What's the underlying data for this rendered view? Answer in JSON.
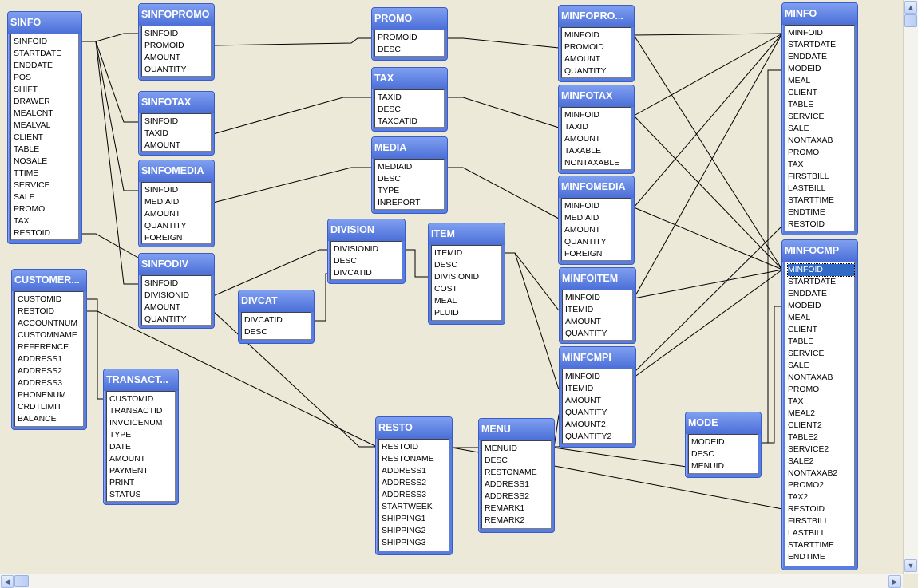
{
  "tables": [
    {
      "id": "sinfo",
      "title": "SINFO",
      "fields": [
        "SINFOID",
        "STARTDATE",
        "ENDDATE",
        "POS",
        "SHIFT",
        "DRAWER",
        "MEALCNT",
        "MEALVAL",
        "CLIENT",
        "TABLE",
        "NOSALE",
        "TTIME",
        "SERVICE",
        "SALE",
        "PROMO",
        "TAX",
        "RESTOID"
      ]
    },
    {
      "id": "sinfopromo",
      "title": "SINFOPROMO",
      "fields": [
        "SINFOID",
        "PROMOID",
        "AMOUNT",
        "QUANTITY"
      ]
    },
    {
      "id": "sinfotax",
      "title": "SINFOTAX",
      "fields": [
        "SINFOID",
        "TAXID",
        "AMOUNT"
      ]
    },
    {
      "id": "sinfomedia",
      "title": "SINFOMEDIA",
      "fields": [
        "SINFOID",
        "MEDIAID",
        "AMOUNT",
        "QUANTITY",
        "FOREIGN"
      ]
    },
    {
      "id": "sinfodiv",
      "title": "SINFODIV",
      "fields": [
        "SINFOID",
        "DIVISIONID",
        "AMOUNT",
        "QUANTITY"
      ]
    },
    {
      "id": "customer",
      "title": "CUSTOMER...",
      "fields": [
        "CUSTOMID",
        "RESTOID",
        "ACCOUNTNUM",
        "CUSTOMNAME",
        "REFERENCE",
        "ADDRESS1",
        "ADDRESS2",
        "ADDRESS3",
        "PHONENUM",
        "CRDTLIMIT",
        "BALANCE"
      ]
    },
    {
      "id": "transact",
      "title": "TRANSACT...",
      "fields": [
        "CUSTOMID",
        "TRANSACTID",
        "INVOICENUM",
        "TYPE",
        "DATE",
        "AMOUNT",
        "PAYMENT",
        "PRINT",
        "STATUS"
      ]
    },
    {
      "id": "promo",
      "title": "PROMO",
      "fields": [
        "PROMOID",
        "DESC"
      ]
    },
    {
      "id": "tax",
      "title": "TAX",
      "fields": [
        "TAXID",
        "DESC",
        "TAXCATID"
      ]
    },
    {
      "id": "media",
      "title": "MEDIA",
      "fields": [
        "MEDIAID",
        "DESC",
        "TYPE",
        "INREPORT"
      ]
    },
    {
      "id": "division",
      "title": "DIVISION",
      "fields": [
        "DIVISIONID",
        "DESC",
        "DIVCATID"
      ]
    },
    {
      "id": "divcat",
      "title": "DIVCAT",
      "fields": [
        "DIVCATID",
        "DESC"
      ]
    },
    {
      "id": "item",
      "title": "ITEM",
      "fields": [
        "ITEMID",
        "DESC",
        "DIVISIONID",
        "COST",
        "MEAL",
        "PLUID"
      ]
    },
    {
      "id": "resto",
      "title": "RESTO",
      "fields": [
        "RESTOID",
        "RESTONAME",
        "ADDRESS1",
        "ADDRESS2",
        "ADDRESS3",
        "STARTWEEK",
        "SHIPPING1",
        "SHIPPING2",
        "SHIPPING3"
      ]
    },
    {
      "id": "menu",
      "title": "MENU",
      "fields": [
        "MENUID",
        "DESC",
        "RESTONAME",
        "ADDRESS1",
        "ADDRESS2",
        "REMARK1",
        "REMARK2"
      ]
    },
    {
      "id": "minfopro",
      "title": "MINFOPRO...",
      "fields": [
        "MINFOID",
        "PROMOID",
        "AMOUNT",
        "QUANTITY"
      ]
    },
    {
      "id": "minfotax",
      "title": "MINFOTAX",
      "fields": [
        "MINFOID",
        "TAXID",
        "AMOUNT",
        "TAXABLE",
        "NONTAXABLE"
      ]
    },
    {
      "id": "minfomedia",
      "title": "MINFOMEDIA",
      "fields": [
        "MINFOID",
        "MEDIAID",
        "AMOUNT",
        "QUANTITY",
        "FOREIGN"
      ]
    },
    {
      "id": "minfoitem",
      "title": "MINFOITEM",
      "fields": [
        "MINFOID",
        "ITEMID",
        "AMOUNT",
        "QUANTITY"
      ]
    },
    {
      "id": "minfcmpi",
      "title": "MINFCMPI",
      "fields": [
        "MINFOID",
        "ITEMID",
        "AMOUNT",
        "QUANTITY",
        "AMOUNT2",
        "QUANTITY2"
      ]
    },
    {
      "id": "mode",
      "title": "MODE",
      "fields": [
        "MODEID",
        "DESC",
        "MENUID"
      ]
    },
    {
      "id": "minfo",
      "title": "MINFO",
      "fields": [
        "MINFOID",
        "STARTDATE",
        "ENDDATE",
        "MODEID",
        "MEAL",
        "CLIENT",
        "TABLE",
        "SERVICE",
        "SALE",
        "NONTAXAB",
        "PROMO",
        "TAX",
        "FIRSTBILL",
        "LASTBILL",
        "STARTTIME",
        "ENDTIME",
        "RESTOID"
      ]
    },
    {
      "id": "minfocmp",
      "title": "MINFOCMP",
      "fields": [
        "MINFOID",
        "STARTDATE",
        "ENDDATE",
        "MODEID",
        "MEAL",
        "CLIENT",
        "TABLE",
        "SERVICE",
        "SALE",
        "NONTAXAB",
        "PROMO",
        "TAX",
        "MEAL2",
        "CLIENT2",
        "TABLE2",
        "SERVICE2",
        "SALE2",
        "NONTAXAB2",
        "PROMO2",
        "TAX2",
        "RESTOID",
        "FIRSTBILL",
        "LASTBILL",
        "STARTTIME",
        "ENDTIME"
      ],
      "selected_field": "MINFOID"
    }
  ],
  "scrollbars": {
    "up_icon": "scroll-up-arrow-icon",
    "down_icon": "scroll-down-arrow-icon",
    "left_icon": "scroll-left-arrow-icon",
    "right_icon": "scroll-right-arrow-icon"
  }
}
